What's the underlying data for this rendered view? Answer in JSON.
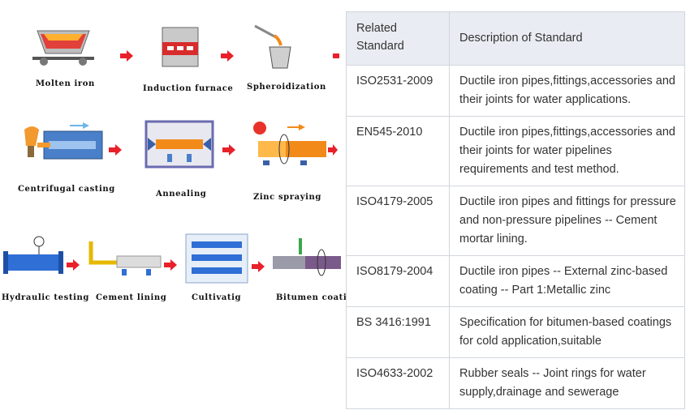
{
  "process": {
    "steps": [
      {
        "label": "Molten iron"
      },
      {
        "label": "Induction furnace"
      },
      {
        "label": "Spheroidization"
      },
      {
        "label": "Centrifugal casting"
      },
      {
        "label": "Annealing"
      },
      {
        "label": "Zinc spraying"
      },
      {
        "label": "Hydraulic testing"
      },
      {
        "label": "Cement lining"
      },
      {
        "label": "Cultivatig"
      },
      {
        "label": "Bitumen coati"
      }
    ]
  },
  "table": {
    "headers": [
      "Related Standard",
      "Description of Standard"
    ],
    "rows": [
      {
        "standard": "ISO2531-2009",
        "description": "Ductile iron pipes,fittings,accessories and their joints for water applications."
      },
      {
        "standard": "EN545-2010",
        "description": "Ductile iron pipes,fittings,accessories and their joints for water pipelines requirements and test method."
      },
      {
        "standard": "ISO4179-2005",
        "description": "Ductile iron pipes and fittings for pressure and non-pressure pipelines -- Cement mortar lining."
      },
      {
        "standard": "ISO8179-2004",
        "description": "Ductile iron pipes -- External zinc-based coating -- Part 1:Metallic zinc"
      },
      {
        "standard": "BS 3416:1991",
        "description": "Specification for bitumen-based coatings for cold application,suitable"
      },
      {
        "standard": "ISO4633-2002",
        "description": "Rubber seals -- Joint rings for water supply,drainage and sewerage"
      }
    ]
  },
  "colors": {
    "arrow": "#e8202a",
    "pipe_blue": "#2f6fd6",
    "header_bg": "#e9ecf2",
    "border": "#d2d6dc"
  }
}
